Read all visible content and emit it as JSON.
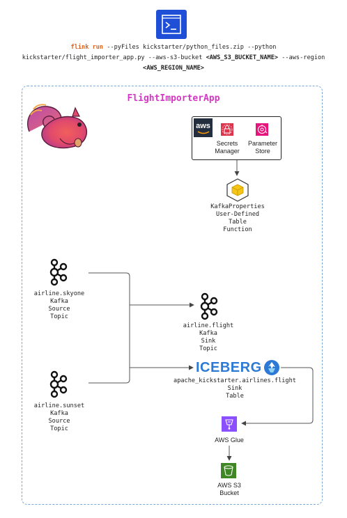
{
  "command": {
    "keyword": "flink run",
    "line1_rest": " --pyFiles kickstarter/python_files.zip --python",
    "line2_a": "kickstarter/flight_importer_app.py --aws-s3-bucket ",
    "bucket_placeholder": "<AWS_S3_BUCKET_NAME>",
    "line2_b": " --aws-region",
    "region_placeholder": "<AWS_REGION_NAME>"
  },
  "app": {
    "title": "FlightImporterApp"
  },
  "aws": {
    "logo_text": "aws",
    "secrets_manager": [
      "Secrets",
      "Manager"
    ],
    "parameter_store": [
      "Parameter",
      "Store"
    ]
  },
  "kafka_properties_udtf": [
    "KafkaProperties",
    "User-Defined",
    "Table",
    "Function"
  ],
  "source_skyone": [
    "airline.skyone",
    "Kafka",
    "Source",
    "Topic"
  ],
  "source_sunset": [
    "airline.sunset",
    "Kafka",
    "Source",
    "Topic"
  ],
  "sink_flight": [
    "airline.flight",
    "Kafka",
    "Sink",
    "Topic"
  ],
  "iceberg": {
    "logo_text": "ICEBERG",
    "label": [
      "apache_kickstarter.airlines.flight",
      "Sink",
      "Table"
    ]
  },
  "glue": {
    "label": "AWS Glue"
  },
  "s3": {
    "label": [
      "AWS S3",
      "Bucket"
    ]
  },
  "colors": {
    "terminal_blue": "#1f4fd6",
    "keyword_orange": "#d9621e",
    "app_title_magenta": "#d636c5",
    "dashed_border_blue": "#7aa7d8",
    "aws_red": "#dd344c",
    "aws_pink": "#e7157b",
    "iceberg_blue": "#2d7ad6",
    "glue_purple": "#8c4fff",
    "s3_green": "#3f8624"
  }
}
